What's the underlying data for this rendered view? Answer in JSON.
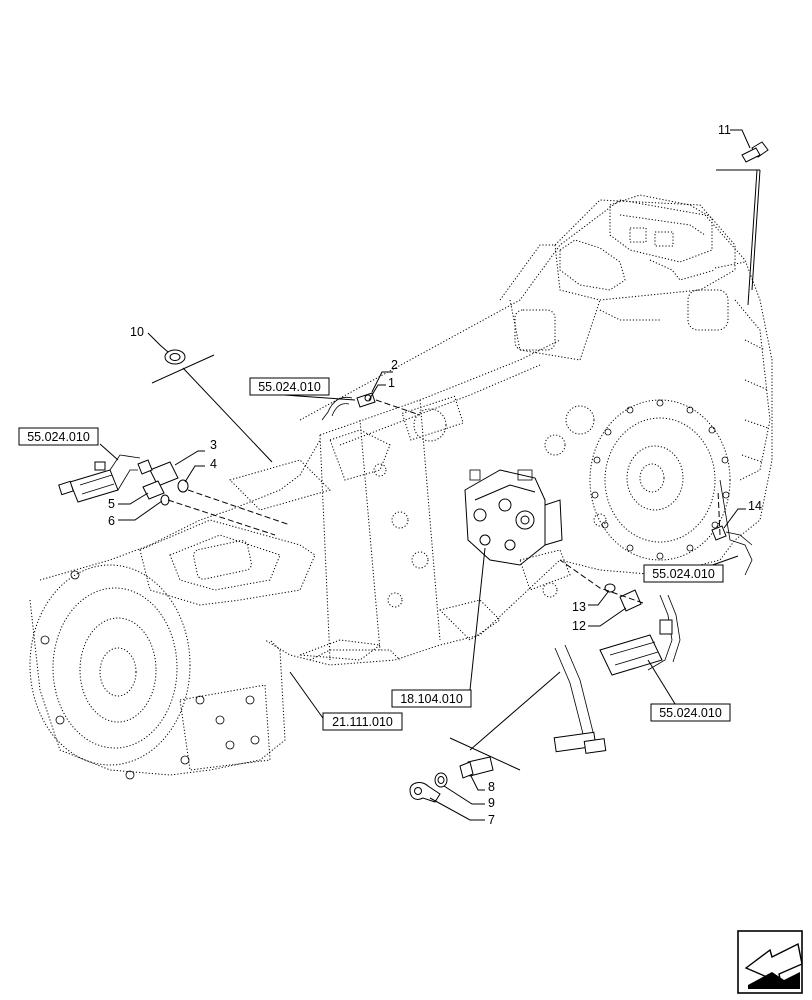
{
  "reference_boxes": {
    "ref_top": "55.024.010",
    "ref_left": "55.024.010",
    "ref_right_upper": "55.024.010",
    "ref_right_lower": "55.024.010",
    "ref_valve": "18.104.010",
    "ref_housing": "21.111.010"
  },
  "callouts": {
    "c1": "1",
    "c2": "2",
    "c3": "3",
    "c4": "4",
    "c5": "5",
    "c6": "6",
    "c7": "7",
    "c8": "8",
    "c9": "9",
    "c10": "10",
    "c11": "11",
    "c12": "12",
    "c13": "13",
    "c14": "14"
  },
  "icons": {
    "nav": "next-page-arrow-icon"
  }
}
